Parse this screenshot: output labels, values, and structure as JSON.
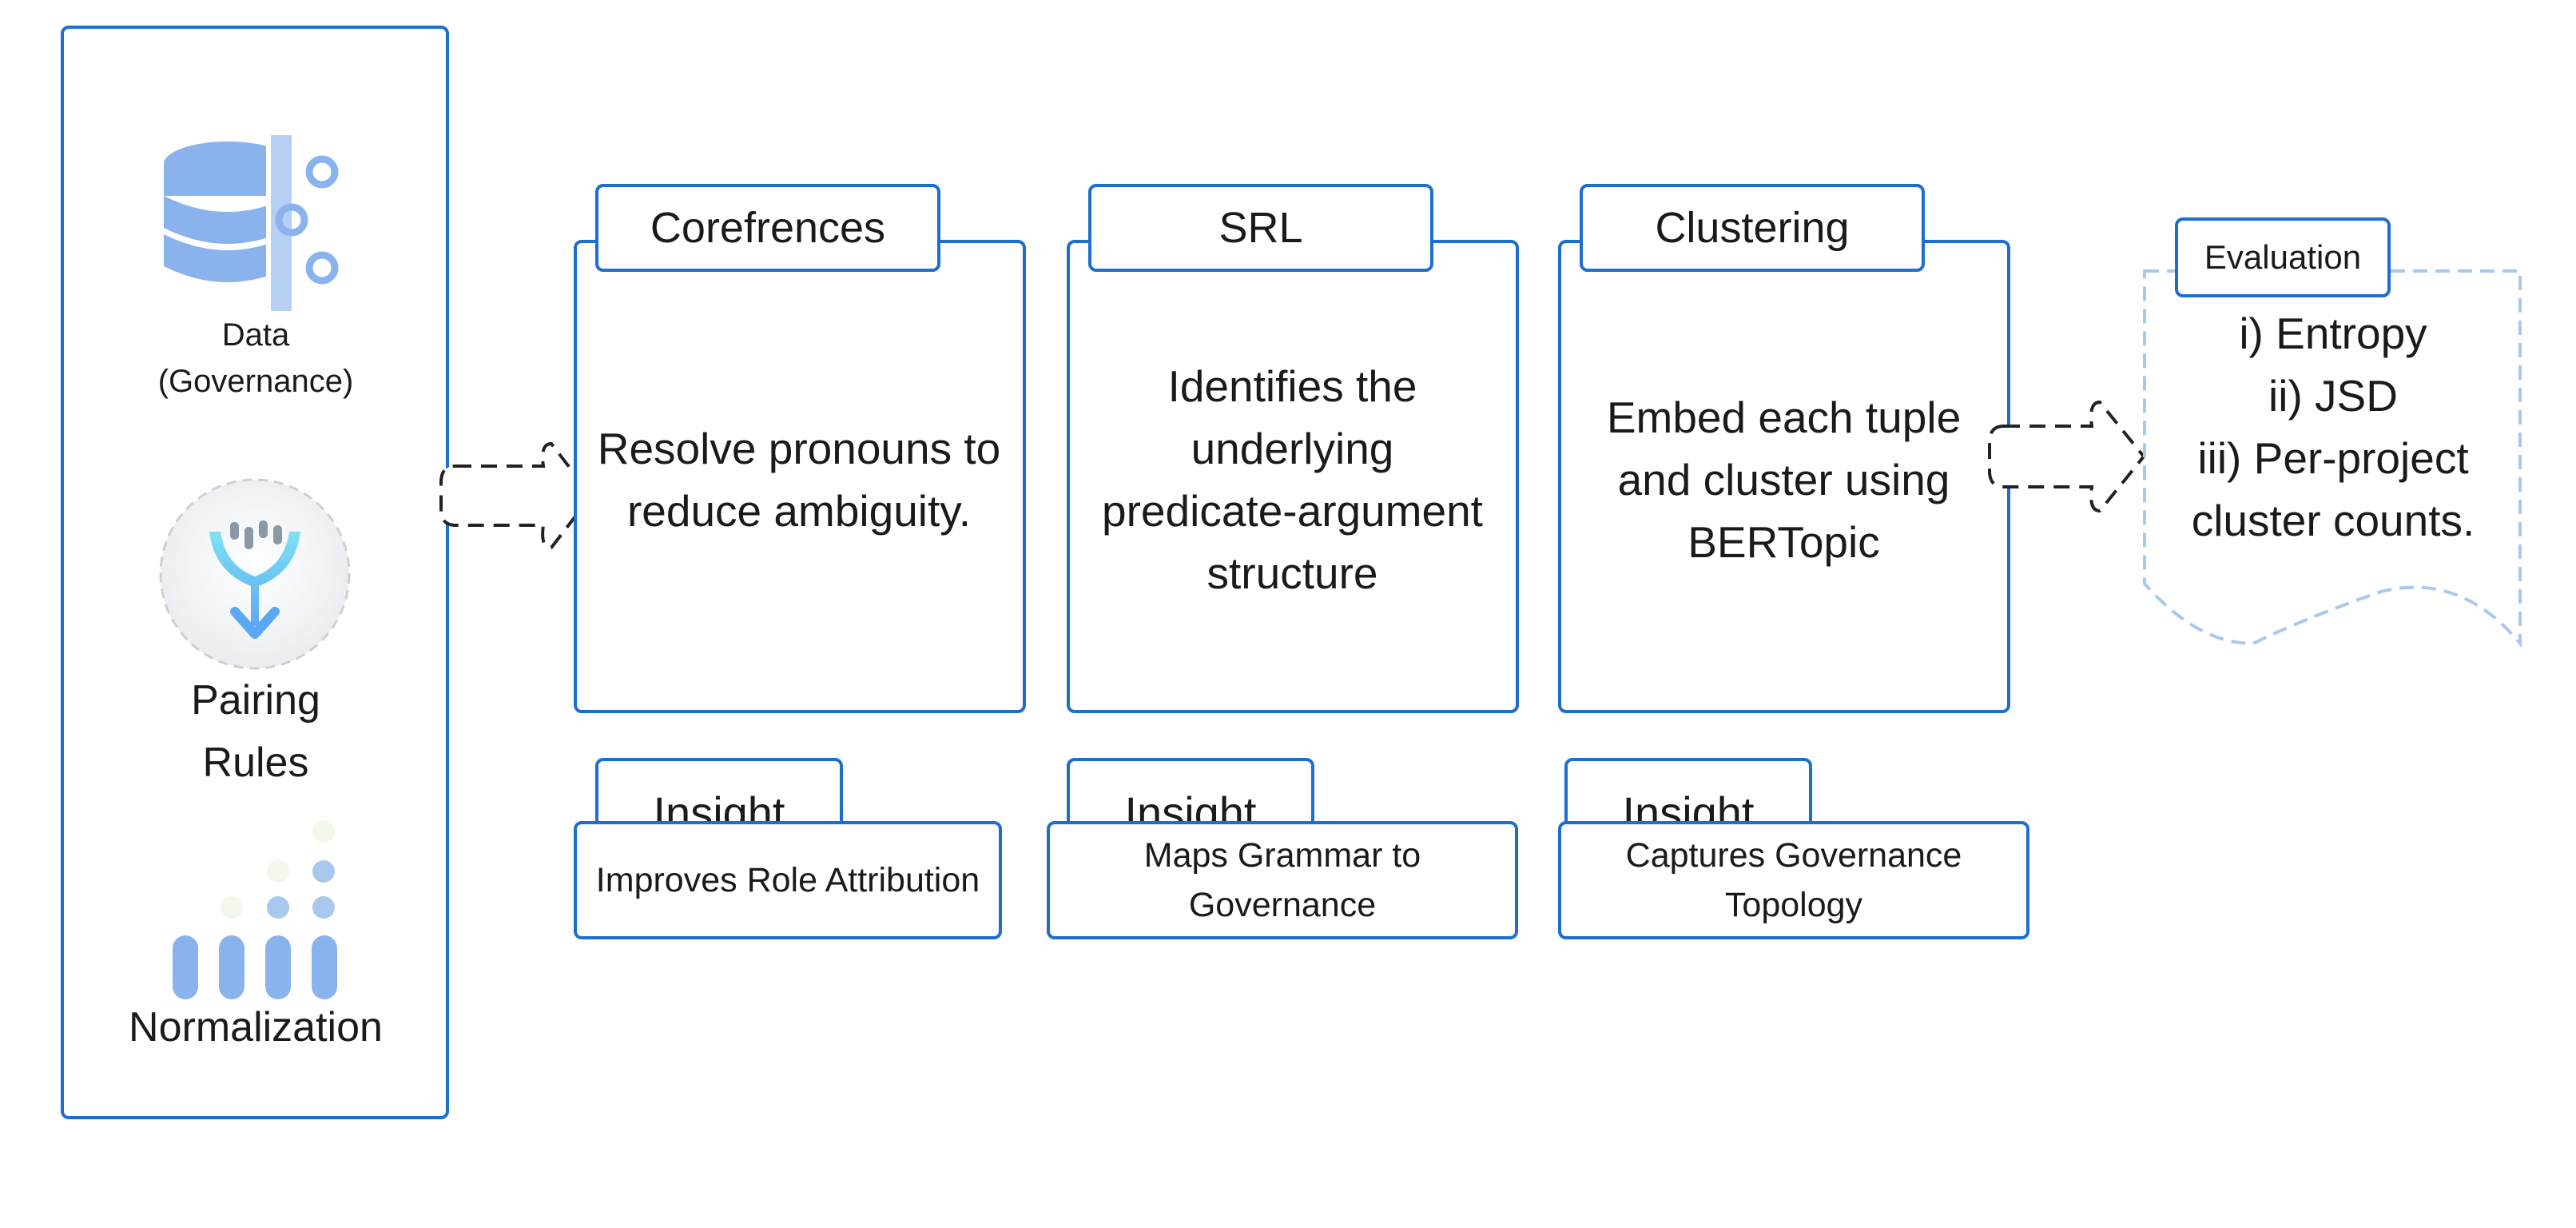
{
  "sources": {
    "data_label": "Data\n(Governance)",
    "pairing_label": "Pairing\nRules",
    "normalization_label": "Normalization"
  },
  "stages": [
    {
      "title": "Corefrences",
      "description": "Resolve pronouns to reduce ambiguity."
    },
    {
      "title": "SRL",
      "description": "Identifies the underlying predicate-argument structure"
    },
    {
      "title": "Clustering",
      "description": "Embed each tuple and cluster using BERTopic"
    }
  ],
  "insights": [
    {
      "tab": "Insight",
      "text": "Improves Role Attribution"
    },
    {
      "tab": "Insight",
      "text": "Maps Grammar to Governance"
    },
    {
      "tab": "Insight",
      "text": "Captures Governance Topology"
    }
  ],
  "evaluation": {
    "title": "Evaluation",
    "items": [
      "i) Entropy",
      "ii) JSD",
      "iii) Per-project cluster counts."
    ]
  },
  "colors": {
    "primary_blue": "#1c6fd0",
    "icon_blue": "#8ab3ee",
    "dashed_blue": "#a9c8ee"
  },
  "icons": [
    "database-icon",
    "funnel-icon",
    "normalization-bars-icon"
  ]
}
